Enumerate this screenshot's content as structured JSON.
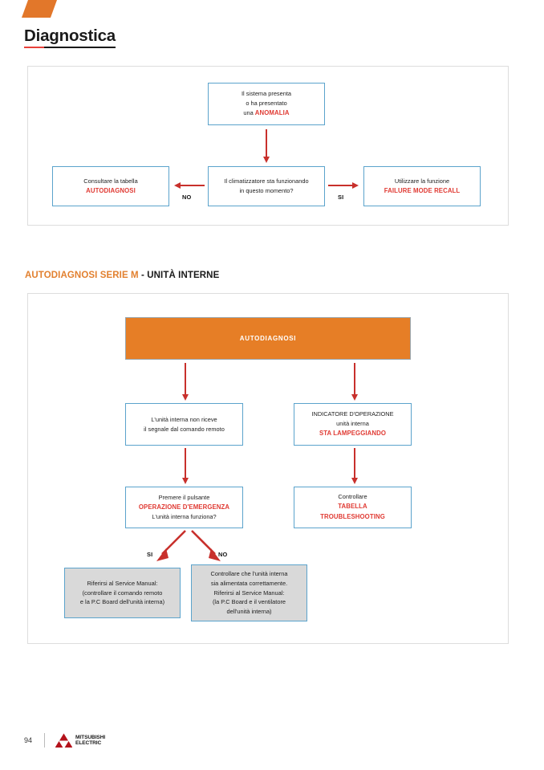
{
  "header": {
    "title": "Diagnostica",
    "corner_mark": "orange-parallelogram"
  },
  "colors": {
    "orange": "#e67e26",
    "orange_heading": "#e2802f",
    "red_accent": "#e03a33",
    "arrow_red": "#c8302c",
    "box_border_blue": "#5ba3cc",
    "grey_fill": "#d9d9d9",
    "logo_red": "#b4121b"
  },
  "flowchart_1": {
    "nodes": {
      "start": {
        "lines": [
          "Il sistema presenta",
          "o ha presentato",
          "una "
        ],
        "line1": "Il sistema presenta",
        "line2": "o ha presentato",
        "line3_prefix": "una ",
        "line3_emphasis": "ANOMALIA"
      },
      "decision": {
        "line1": "Il climatizzatore sta funzionando",
        "line2": "in questo momento?"
      },
      "left_result": {
        "line1": "Consultare la tabella",
        "emphasis": "AUTODIAGNOSI"
      },
      "right_result": {
        "line1": "Utilizzare la funzione",
        "emphasis": "FAILURE MODE RECALL"
      }
    },
    "branch_labels": {
      "no": "NO",
      "si": "SI"
    }
  },
  "section": {
    "orange_part": "AUTODIAGNOSI SERIE M",
    "black_part": " - UNITÀ INTERNE"
  },
  "flowchart_2": {
    "banner": "AUTODIAGNOSI",
    "nodes": {
      "left_symptom": {
        "line1": "L'unità interna non riceve",
        "line2": "il segnale dal comando remoto"
      },
      "right_symptom": {
        "line1": "INDICATORE D'OPERAZIONE",
        "line2": "unità interna",
        "emphasis": "STA LAMPEGGIANDO"
      },
      "left_action": {
        "line1": "Premere il pulsante",
        "emphasis": "OPERAZIONE D'EMERGENZA",
        "line3": "L'unità interna funziona?"
      },
      "right_action": {
        "line1": "Controllare",
        "emphasis1": "TABELLA",
        "emphasis2": "TROUBLESHOOTING"
      },
      "result_si": {
        "line1": "Riferirsi al Service Manual:",
        "line2": "(controllare il comando remoto",
        "line3": "e la P.C Board dell'unità interna)"
      },
      "result_no": {
        "line1": "Controllare che l'unità interna",
        "line2": "sia alimentata correttamente.",
        "line3": "Riferirsi al Service Manual:",
        "line4": "(la P.C Board e il ventilatore",
        "line5": "dell'unità interna)"
      }
    },
    "branch_labels": {
      "si": "SI",
      "no": "NO"
    }
  },
  "footer": {
    "page_number": "94",
    "brand_line1": "MITSUBISHI",
    "brand_line2": "ELECTRIC"
  }
}
